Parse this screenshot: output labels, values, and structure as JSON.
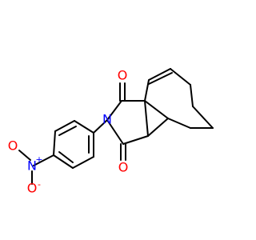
{
  "molecule": {
    "atoms": {
      "oxygen_top": "O",
      "oxygen_bottom": "O",
      "nitrogen_imide": "N",
      "nitrogen_nitro": "N",
      "nitro_plus": "+",
      "nitro_oxygen_top": "O",
      "nitro_oxygen_bottom": "O",
      "nitro_minus": "-"
    },
    "colors": {
      "bond": "#000000",
      "oxygen": "#ff0000",
      "nitrogen": "#0000ff"
    }
  }
}
